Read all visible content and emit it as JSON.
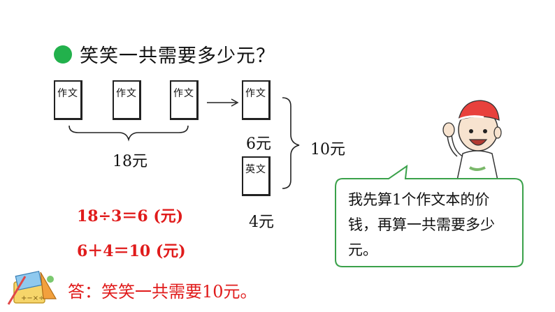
{
  "question": {
    "text": "笑笑一共需要多少元？",
    "bullet_color": "#22b14c"
  },
  "diagram": {
    "composition_books": [
      "作文",
      "作文",
      "作文"
    ],
    "single_composition": "作文",
    "english_book": "英文",
    "total_three": "18元",
    "one_composition_price": "6元",
    "english_price": "4元",
    "sum_total": "10元"
  },
  "calculations": [
    "18÷3＝6 (元)",
    "6＋4＝10 (元)"
  ],
  "answer": "答：笑笑一共需要10元。",
  "speech_bubble": {
    "text": "我先算1个作文本的价钱，再算一共需要多少元。"
  },
  "colors": {
    "accent_red": "#e01b1b",
    "bubble_border": "#3aa14a"
  }
}
